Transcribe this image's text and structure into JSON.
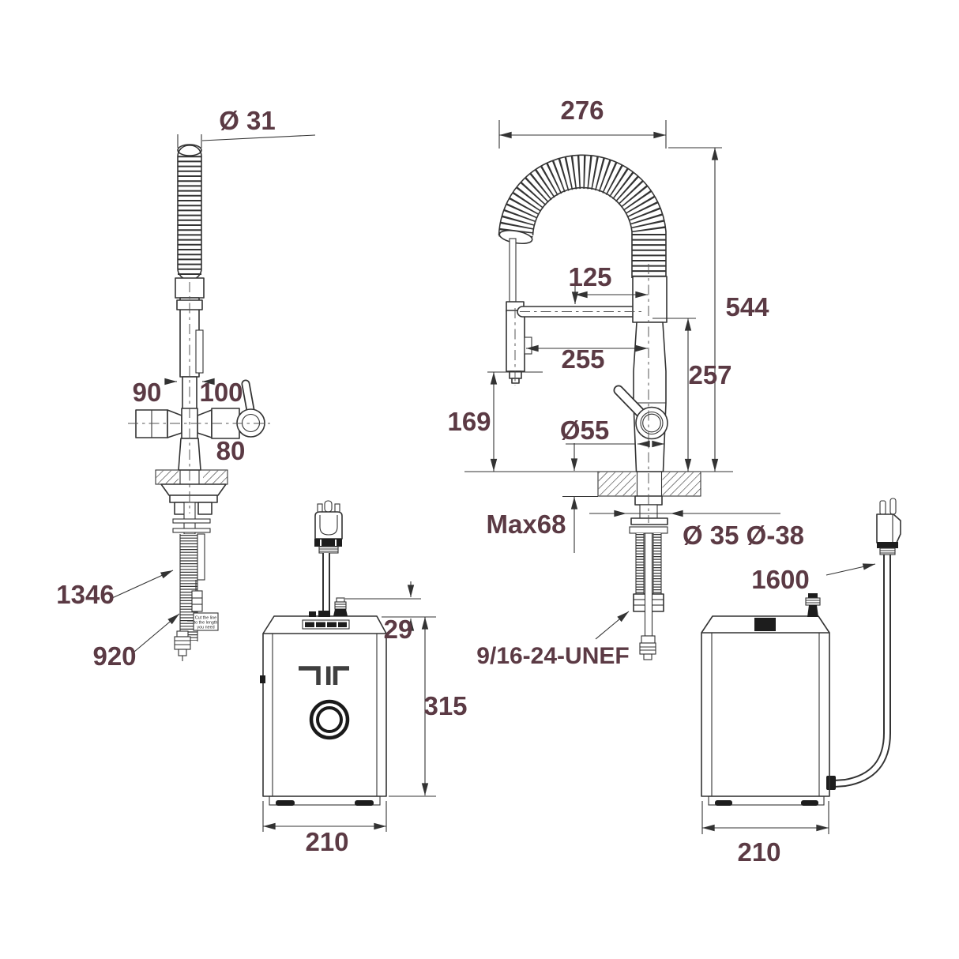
{
  "page": {
    "background": "#ffffff",
    "title": "Kitchen faucet and under-sink boiler dimensional drawing"
  },
  "colors": {
    "dimension_text": "#5b3a44",
    "drawing_line": "#333333",
    "dark_fill": "#1d1d1d",
    "logo_gray": "#3f3f3f"
  },
  "views": {
    "faucet_side": {
      "label": "faucet-side-view",
      "dims": {
        "spout_diameter": "Ø 31",
        "left_offset": "90",
        "right_offset": "100",
        "body_width": "80",
        "hose_full_length": "1346",
        "hose_length": "920"
      },
      "hose_tag": {
        "line1": "Cut the line",
        "line2": "to the length",
        "line3": "you need"
      }
    },
    "faucet_front": {
      "label": "faucet-front-view",
      "dims": {
        "spring_width": "276",
        "total_height": "544",
        "arm_inset": "125",
        "arm_reach": "255",
        "arm_height": "257",
        "head_clearance": "169",
        "body_diameter": "Ø55",
        "max_counter": "Max68",
        "hole_diameter": "Ø 35 Ø-38",
        "shank_thread": "9/16-24-UNEF"
      }
    },
    "tank_front": {
      "label": "tank-front-view",
      "dims": {
        "fitting_height": "29",
        "height": "315",
        "width": "210"
      }
    },
    "tank_side": {
      "label": "tank-side-view",
      "dims": {
        "cable_length": "1600",
        "depth": "210"
      }
    }
  }
}
